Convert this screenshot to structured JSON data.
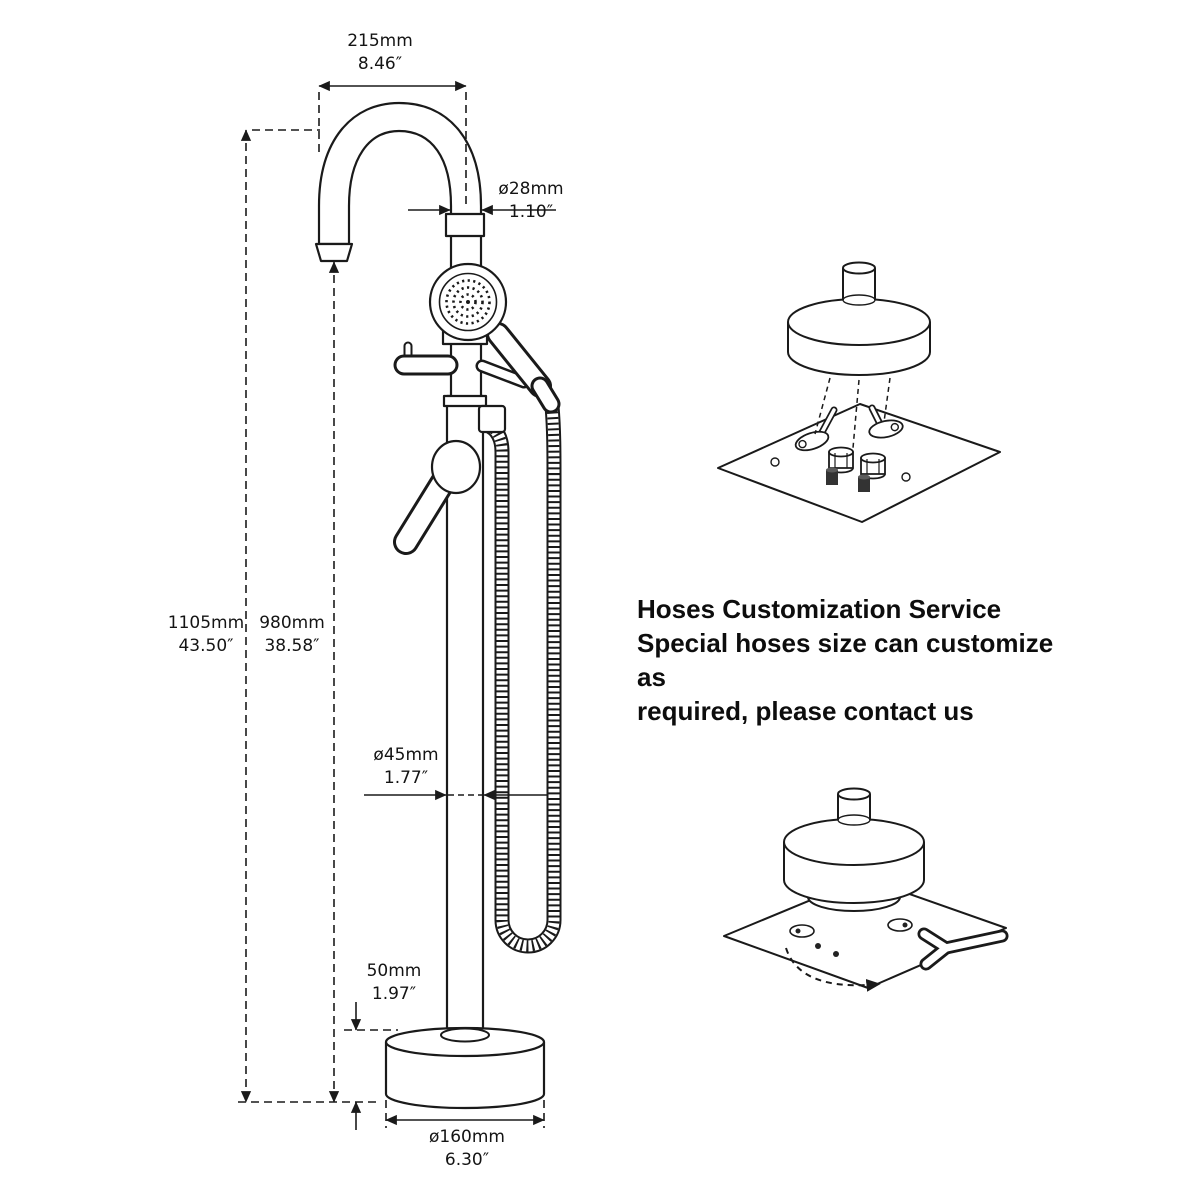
{
  "dims": {
    "d215": {
      "mm": "215mm",
      "in": "8.46″"
    },
    "d28": {
      "mm": "ø28mm",
      "in": "1.10″"
    },
    "d1105": {
      "mm": "1105mm",
      "in": "43.50″"
    },
    "d980": {
      "mm": "980mm",
      "in": "38.58″"
    },
    "d45": {
      "mm": "ø45mm",
      "in": "1.77″"
    },
    "d50": {
      "mm": "50mm",
      "in": "1.97″"
    },
    "d160": {
      "mm": "ø160mm",
      "in": "6.30″"
    }
  },
  "note": {
    "line1": "Hoses Customization Service",
    "line2": "Special hoses size can customize as",
    "line3": "required, please contact us"
  },
  "colors": {
    "line": "#1a1a1a",
    "background": "#ffffff"
  }
}
